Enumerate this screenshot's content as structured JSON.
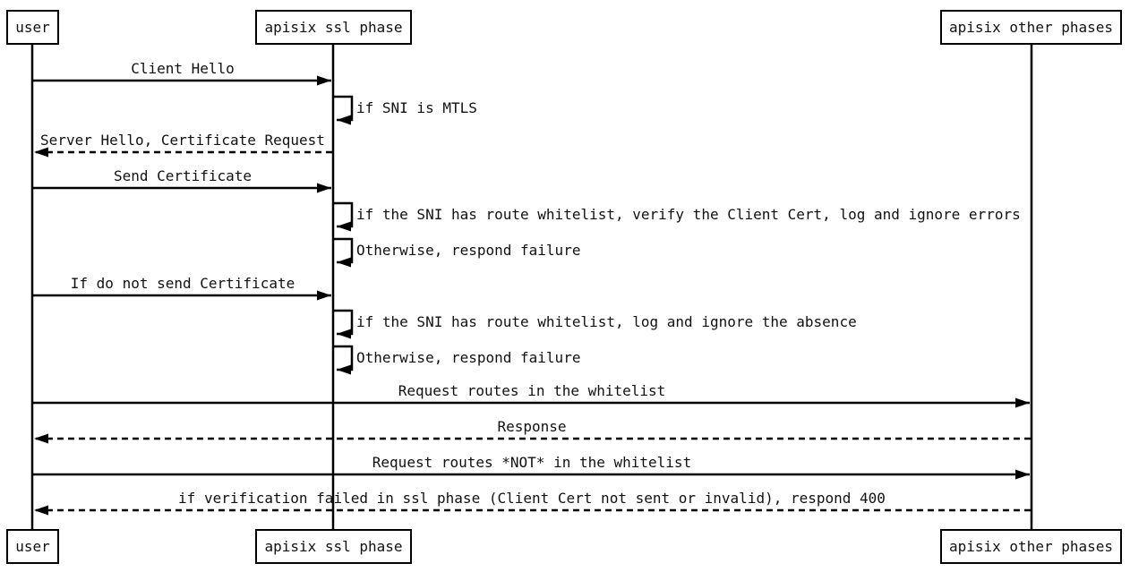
{
  "diagram": {
    "type": "sequence",
    "colors": {
      "background": "#ffffff",
      "stroke": "#000000",
      "text": "#111111",
      "box_fill": "#ffffff"
    },
    "actors": [
      {
        "label": "user"
      },
      {
        "label": "apisix ssl phase"
      },
      {
        "label": "apisix other phases"
      }
    ],
    "messages": [
      {
        "label": "Client Hello",
        "from": "user",
        "to": "apisix ssl phase",
        "line": "solid",
        "direction": "right"
      },
      {
        "label": "if SNI is MTLS",
        "type": "self",
        "actor": "apisix ssl phase"
      },
      {
        "label": "Server Hello, Certificate Request",
        "from": "apisix ssl phase",
        "to": "user",
        "line": "dashed",
        "direction": "left"
      },
      {
        "label": "Send Certificate",
        "from": "user",
        "to": "apisix ssl phase",
        "line": "solid",
        "direction": "right"
      },
      {
        "label": "if the SNI has route whitelist, verify the Client Cert, log and ignore errors",
        "type": "self",
        "actor": "apisix ssl phase"
      },
      {
        "label": "Otherwise, respond failure",
        "type": "self",
        "actor": "apisix ssl phase"
      },
      {
        "label": "If do not send Certificate",
        "from": "user",
        "to": "apisix ssl phase",
        "line": "solid",
        "direction": "right"
      },
      {
        "label": "if the SNI has route whitelist, log and ignore the absence",
        "type": "self",
        "actor": "apisix ssl phase"
      },
      {
        "label": "Otherwise, respond failure",
        "type": "self",
        "actor": "apisix ssl phase"
      },
      {
        "label": "Request routes in the whitelist",
        "from": "user",
        "to": "apisix other phases",
        "line": "solid",
        "direction": "right"
      },
      {
        "label": "Response",
        "from": "apisix other phases",
        "to": "user",
        "line": "dashed",
        "direction": "left"
      },
      {
        "label": "Request routes *NOT* in the whitelist",
        "from": "user",
        "to": "apisix other phases",
        "line": "solid",
        "direction": "right"
      },
      {
        "label": "if verification failed in ssl phase (Client Cert not sent or invalid), respond 400",
        "from": "apisix other phases",
        "to": "user",
        "line": "dashed",
        "direction": "left"
      }
    ]
  }
}
